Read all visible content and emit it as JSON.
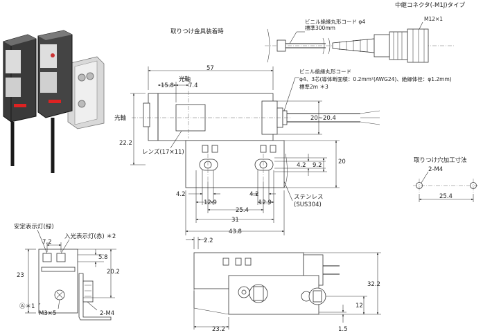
{
  "titles": {
    "connector_type": "中継コネクタ(-M1J)タイプ",
    "bracket_mounted": "取りつけ金具装着時",
    "mounting_hole": "取りつけ穴加工寸法"
  },
  "connector": {
    "cable": "ビニル絶縁丸形コード φ4",
    "cable_len": "標準300mm",
    "thread": "M12×1"
  },
  "main_view": {
    "cable_1": "ビニル絶縁丸形コード",
    "cable_2": "φ4、3芯(導体断面積：0.2mm²(AWG24)、絶縁体径：φ1.2mm)",
    "cable_3": "標準2m ＊3",
    "optical_axis_top": "光軸",
    "optical_axis_left": "光軸",
    "lens": "レンズ(17×11)",
    "stainless_1": "ステンレス",
    "stainless_2": "(SUS304)",
    "dims": {
      "d57": "57",
      "d15_8": "15.8",
      "d7_4": "7.4",
      "d20_20_4": "20~20.4",
      "d22_2": "22.2",
      "d20": "20",
      "d4_2a": "4.2",
      "d9_2": "9.2",
      "d4_2b": "4.2",
      "d4_2c": "4.2",
      "d12_9a": "12.9",
      "d12_9b": "12.9",
      "d25_4": "25.4",
      "d31": "31",
      "d43_8": "43.8"
    }
  },
  "front_view": {
    "stable_led": "安定表示灯(緑)",
    "light_led": "入光表示灯(赤) ＊2",
    "a_mark": "Ⓐ＊1",
    "screw": "M3×5",
    "hole": "2-M4",
    "dims": {
      "d7_2": "7.2",
      "d5_8": "5.8",
      "d23": "23",
      "d20_2": "20.2"
    }
  },
  "side_view": {
    "dims": {
      "d2_2": "2.2",
      "d32_2": "32.2",
      "d12": "12",
      "d1_5": "1.5",
      "d23_2": "23.2"
    }
  },
  "mount_hole": {
    "holes": "2-M4",
    "pitch": "25.4"
  }
}
